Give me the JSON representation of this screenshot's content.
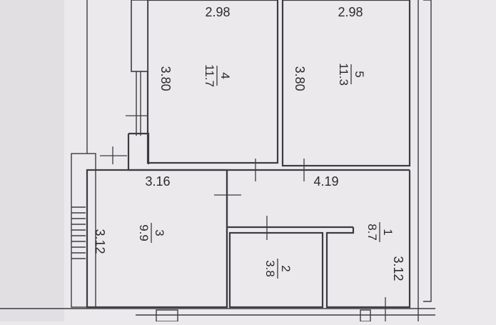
{
  "floor_plan": {
    "rooms": [
      {
        "number": "4",
        "area": "11.7",
        "width": "2.98",
        "height": "3.80"
      },
      {
        "number": "5",
        "area": "11.3",
        "width": "2.98",
        "height": "3.80"
      },
      {
        "number": "3",
        "area": "9.9",
        "width": "3.16",
        "height": "3.12"
      },
      {
        "number": "1",
        "area": "8.7",
        "width": "4.19",
        "height": "3.12"
      },
      {
        "number": "2",
        "area": "3.8"
      }
    ]
  }
}
